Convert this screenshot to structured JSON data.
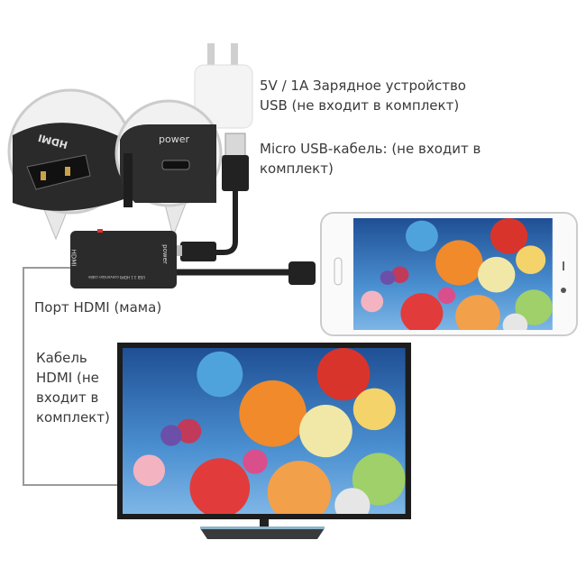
{
  "labels": {
    "charger": "5V / 1A Зарядное устройство USB (не входит в комплект)",
    "micro_usb_cable": "Micro USB-кабель: (не входит в комплект)",
    "hdmi_port": "Порт HDMI (мама)",
    "hdmi_cable": "Кабель HDMI (не входит в комплект)"
  },
  "device_markings": {
    "hdmi_zoom": "HDMI",
    "power_zoom": "power",
    "adapter_hdmi": "HDMI",
    "adapter_power": "power",
    "adapter_caption": "USB 3.1 HDMI conversion cable"
  },
  "colors": {
    "device": "#2b2b2b",
    "leader_line": "#9a9a9a",
    "sky": "#2f6fb5"
  }
}
